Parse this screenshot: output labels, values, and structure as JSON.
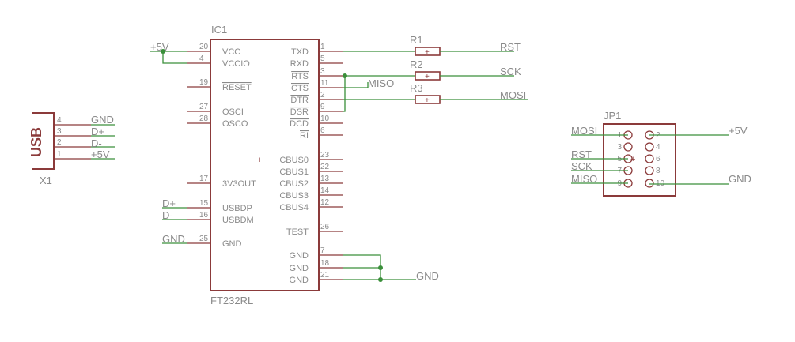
{
  "parts": {
    "ic1": {
      "name": "IC1",
      "value": "FT232RL",
      "center_mark": "+",
      "pins_left": [
        {
          "num": "20",
          "name": "VCC"
        },
        {
          "num": "4",
          "name": "VCCIO"
        },
        {
          "num": "19",
          "name": "RESET"
        },
        {
          "num": "27",
          "name": "OSCI"
        },
        {
          "num": "28",
          "name": "OSCO"
        },
        {
          "num": "17",
          "name": "3V3OUT"
        },
        {
          "num": "15",
          "name": "USBDP"
        },
        {
          "num": "16",
          "name": "USBDM"
        },
        {
          "num": "25",
          "name": "GND"
        }
      ],
      "pins_right": [
        {
          "num": "1",
          "name": "TXD"
        },
        {
          "num": "5",
          "name": "RXD"
        },
        {
          "num": "3",
          "name": "RTS"
        },
        {
          "num": "11",
          "name": "CTS"
        },
        {
          "num": "2",
          "name": "DTR"
        },
        {
          "num": "9",
          "name": "DSR"
        },
        {
          "num": "10",
          "name": "DCD"
        },
        {
          "num": "6",
          "name": "RI"
        },
        {
          "num": "23",
          "name": "CBUS0"
        },
        {
          "num": "22",
          "name": "CBUS1"
        },
        {
          "num": "13",
          "name": "CBUS2"
        },
        {
          "num": "14",
          "name": "CBUS3"
        },
        {
          "num": "12",
          "name": "CBUS4"
        },
        {
          "num": "26",
          "name": "TEST"
        },
        {
          "num": "7",
          "name": "GND"
        },
        {
          "num": "18",
          "name": "GND"
        },
        {
          "num": "21",
          "name": "GND"
        }
      ]
    },
    "x1": {
      "name": "X1",
      "value": "USB",
      "pins": [
        {
          "num": "4",
          "net": "GND"
        },
        {
          "num": "3",
          "net": "D+"
        },
        {
          "num": "2",
          "net": "D-"
        },
        {
          "num": "1",
          "net": "+5V"
        }
      ]
    },
    "resistors": [
      {
        "name": "R1",
        "mark": "+",
        "net": "RST"
      },
      {
        "name": "R2",
        "mark": "+",
        "net": "SCK"
      },
      {
        "name": "R3",
        "mark": "+",
        "net": "MOSI"
      }
    ],
    "jp1": {
      "name": "JP1",
      "center_mark": "+",
      "pin_left_nums": [
        "1",
        "3",
        "5",
        "7",
        "9"
      ],
      "pin_right_nums": [
        "2",
        "4",
        "6",
        "8",
        "10"
      ],
      "left_nets": [
        "MOSI",
        "RST",
        "SCK",
        "MISO"
      ],
      "right_nets": [
        "+5V",
        "GND"
      ]
    }
  },
  "nets": {
    "vcc_left": "+5V",
    "miso": "MISO",
    "dplus": "D+",
    "dminus": "D-",
    "gnd_left": "GND",
    "gnd_right": "GND"
  },
  "colors": {
    "component": "#8b3a3a",
    "wire": "#3a8f3a",
    "text": "#8a8a8a",
    "background": "#ffffff"
  }
}
